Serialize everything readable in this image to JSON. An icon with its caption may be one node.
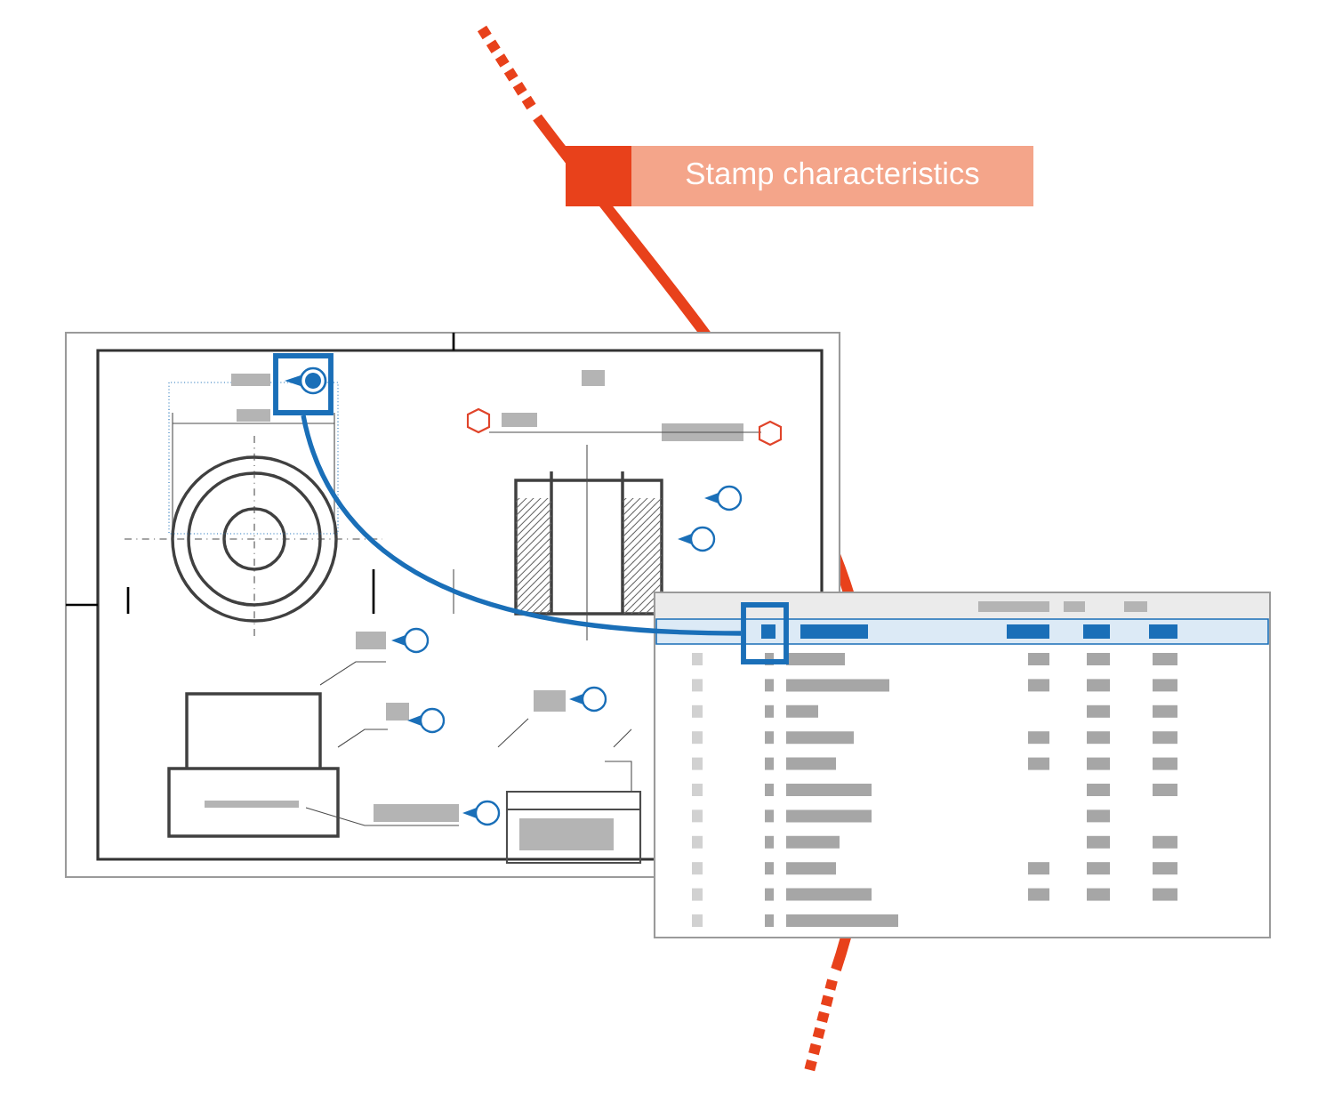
{
  "diagram": {
    "nodes": [
      {
        "text": [
          "Stamp characteristics"
        ]
      },
      {
        "text": [],
        "shape": "box"
      },
      {
        "text": [],
        "shape": "box"
      }
    ],
    "edges": [
      {
        "from": 1,
        "to": 2,
        "arrow": "none"
      }
    ]
  }
}
